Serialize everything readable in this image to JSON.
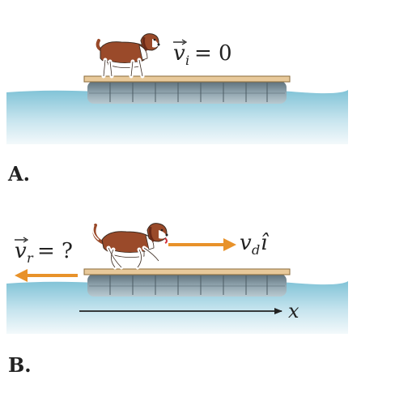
{
  "panels": [
    {
      "label": "A.",
      "velocity_symbol": "v",
      "velocity_subscript": "i",
      "velocity_equals": "= 0"
    },
    {
      "label": "B.",
      "raft_velocity_symbol": "v",
      "raft_velocity_subscript": "r",
      "raft_velocity_equals": "= ?",
      "dog_velocity_symbol": "v",
      "dog_velocity_subscript": "d",
      "dog_velocity_unit": "î",
      "axis_label": "x"
    }
  ],
  "colors": {
    "water_top": "#8ecbdc",
    "water_bottom": "#eef7fa",
    "raft_deck": "#e8c99a",
    "raft_float": "#6d7f88",
    "arrow": "#e8922a",
    "dog_brown": "#9a4a2a"
  }
}
